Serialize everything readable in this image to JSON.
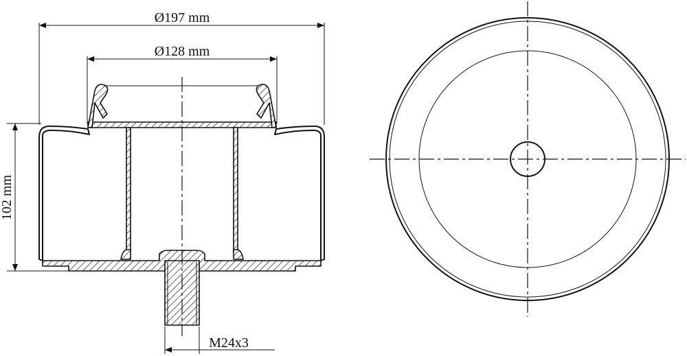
{
  "dimensions": {
    "outer_diameter": "Ø197 mm",
    "inner_diameter": "Ø128 mm",
    "height": "102 mm",
    "thread": "M24x3"
  }
}
